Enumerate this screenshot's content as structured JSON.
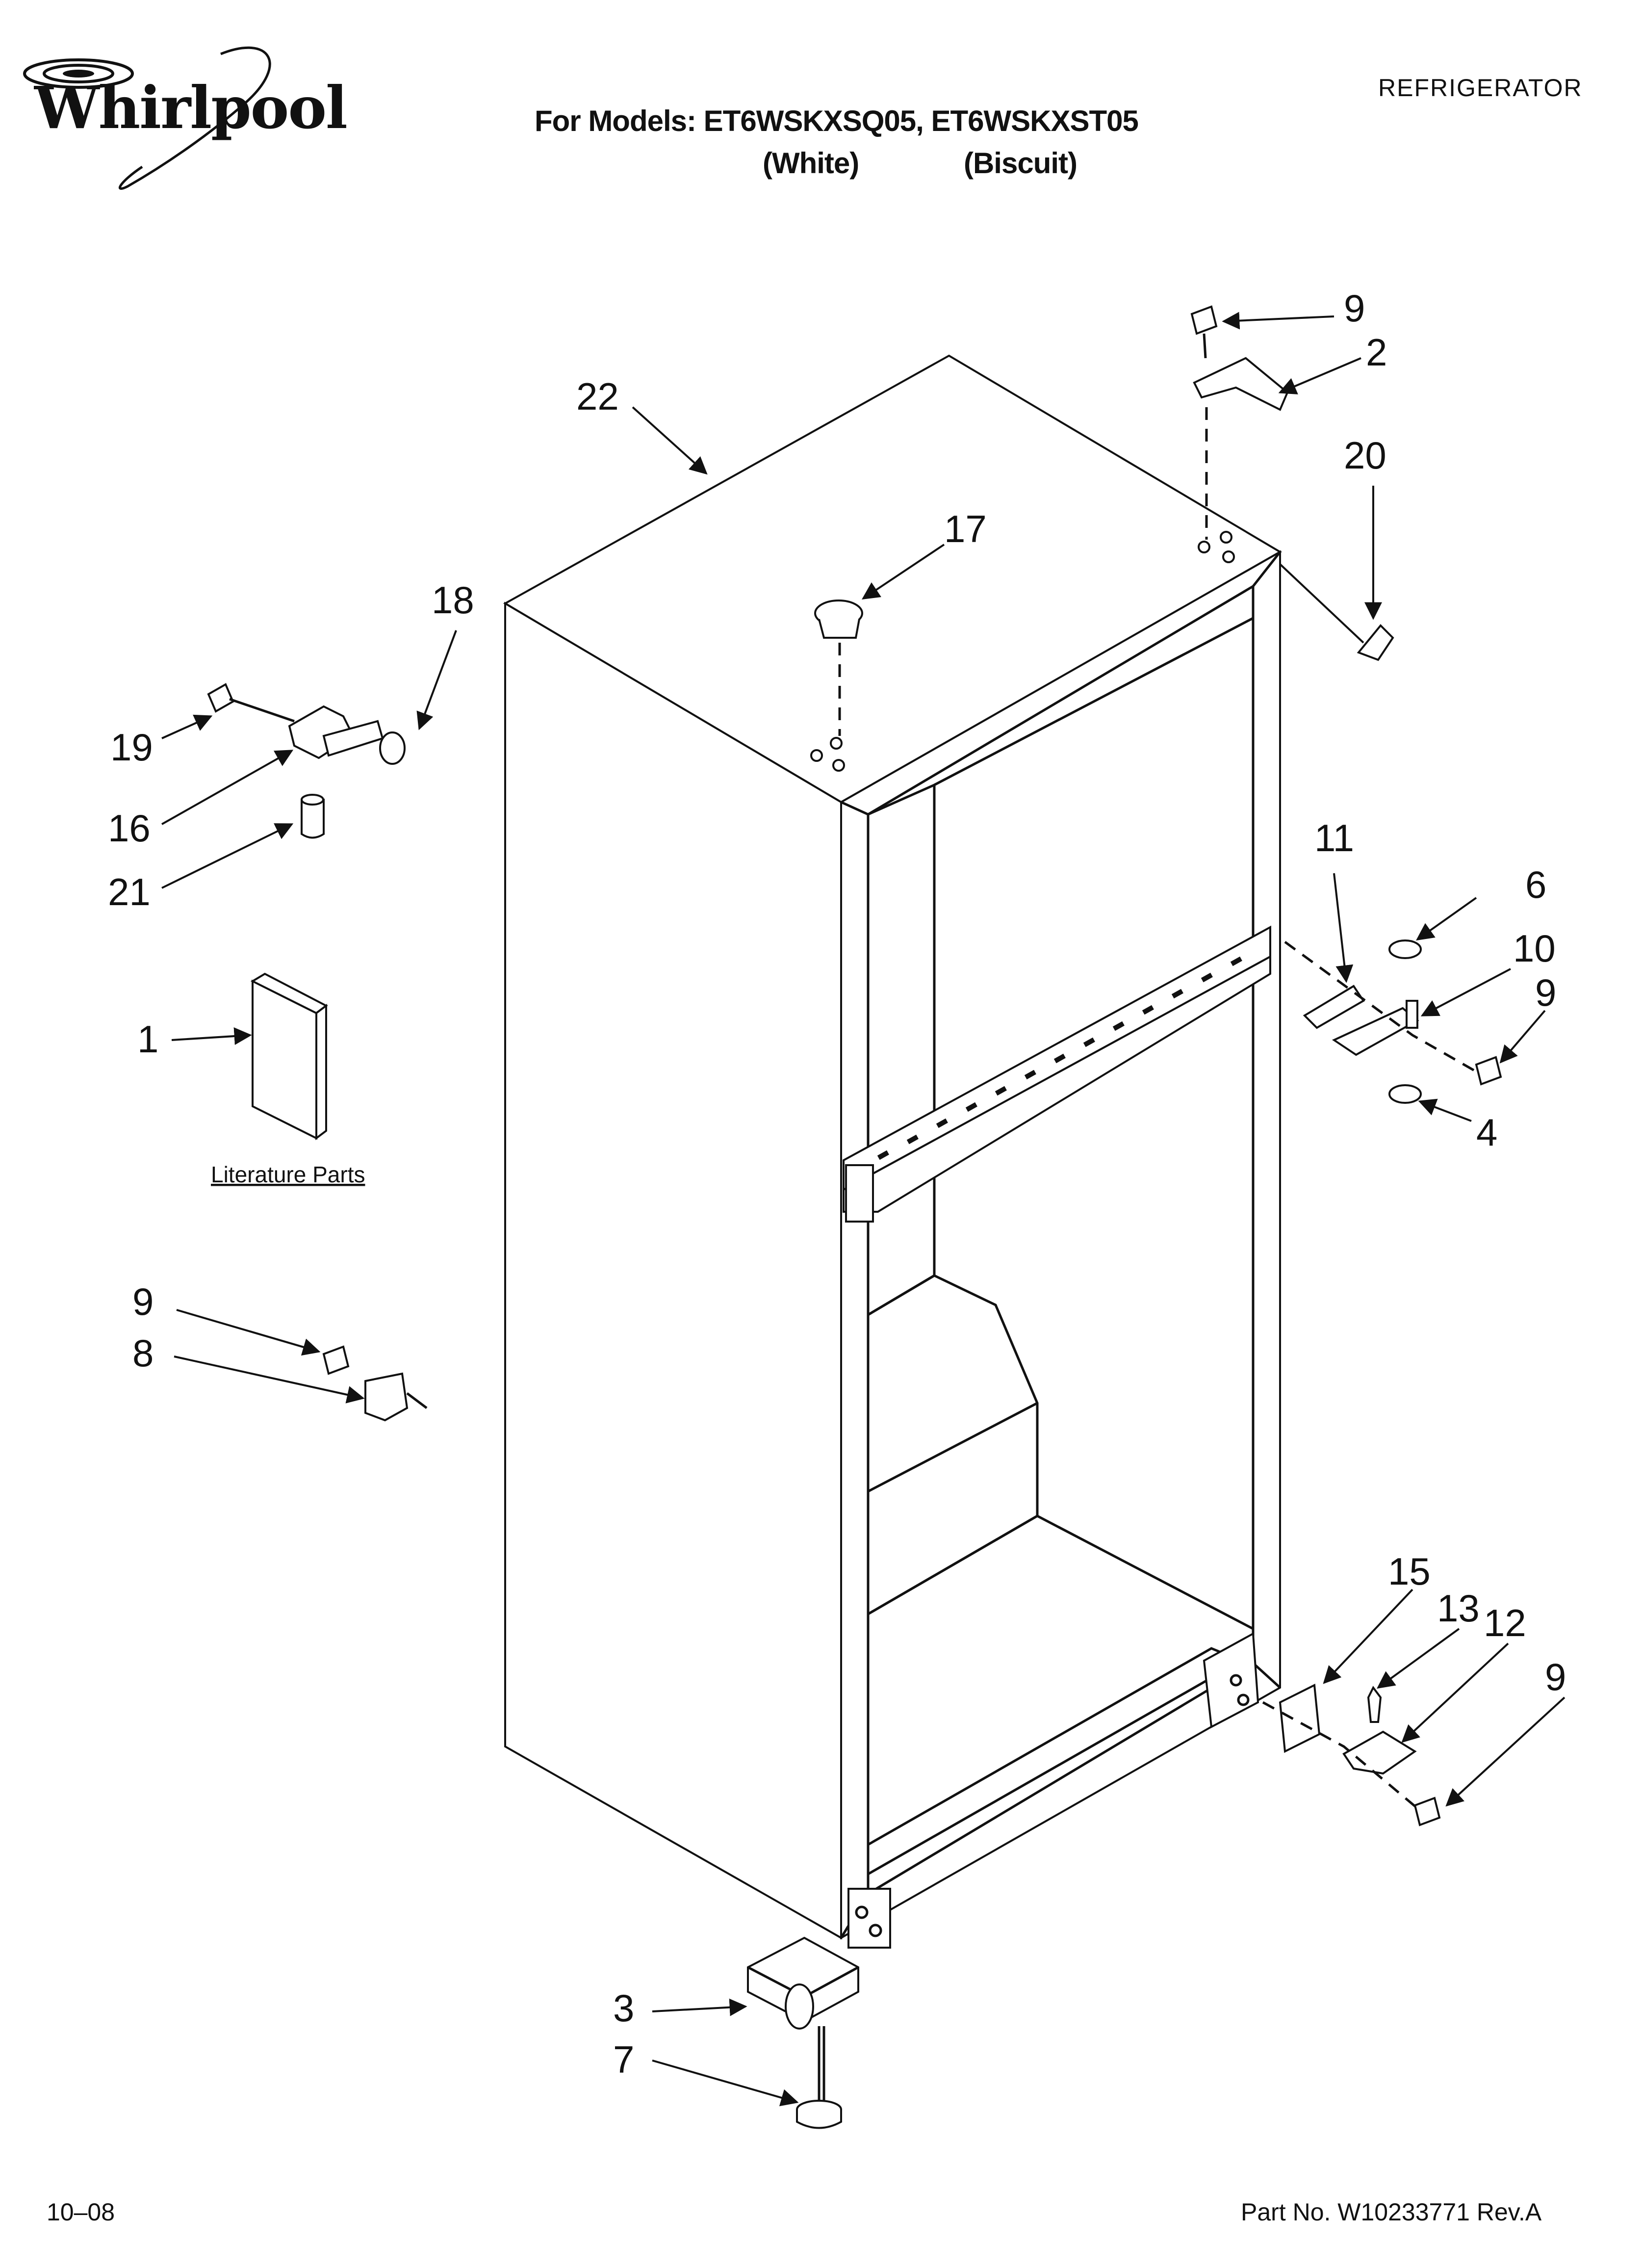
{
  "brand": {
    "logo_text": "Whirlpool"
  },
  "header": {
    "category": "REFRIGERATOR",
    "models_line": "For Models: ET6WSKXSQ05, ET6WSKXST05",
    "variant_1": "(White)",
    "variant_2": "(Biscuit)"
  },
  "diagram": {
    "literature_label": "Literature Parts",
    "callouts": {
      "c1": "1",
      "c2": "2",
      "c3": "3",
      "c4": "4",
      "c6": "6",
      "c7": "7",
      "c8": "8",
      "c9a": "9",
      "c9b": "9",
      "c9c": "9",
      "c9d": "9",
      "c10": "10",
      "c11": "11",
      "c12": "12",
      "c13": "13",
      "c15": "15",
      "c16": "16",
      "c17": "17",
      "c18": "18",
      "c19": "19",
      "c20": "20",
      "c21": "21",
      "c22": "22"
    }
  },
  "footer": {
    "date": "10–08",
    "part_number": "Part No. W10233771 Rev.A"
  }
}
